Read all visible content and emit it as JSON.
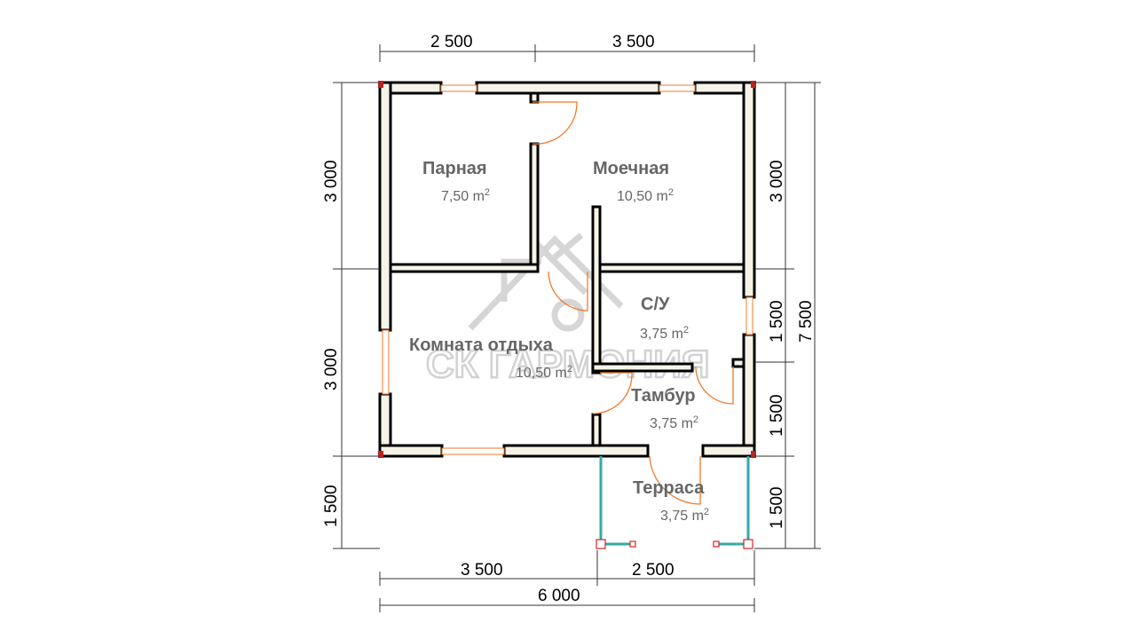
{
  "rooms": [
    {
      "name": "Парная",
      "area": "7,50",
      "unit": "m",
      "sup": "2"
    },
    {
      "name": "Моечная",
      "area": "10,50",
      "unit": "m",
      "sup": "2"
    },
    {
      "name": "Комната отдыха",
      "area": "10,50",
      "unit": "m",
      "sup": "2"
    },
    {
      "name": "С/У",
      "area": "3,75",
      "unit": "m",
      "sup": "2"
    },
    {
      "name": "Тамбур",
      "area": "3,75",
      "unit": "m",
      "sup": "2"
    },
    {
      "name": "Терраса",
      "area": "3,75",
      "unit": "m",
      "sup": "2"
    }
  ],
  "dimensions": {
    "top": [
      "2 500",
      "3 500"
    ],
    "left": [
      "3 000",
      "3 000",
      "1 500"
    ],
    "right_inner": [
      "3 000",
      "1 500",
      "1 500",
      "1 500"
    ],
    "right_total": "7 500",
    "bottom": [
      "3 500",
      "2 500"
    ],
    "bottom_total": "6 000"
  },
  "watermark": "СК ГАРМОНИЯ"
}
